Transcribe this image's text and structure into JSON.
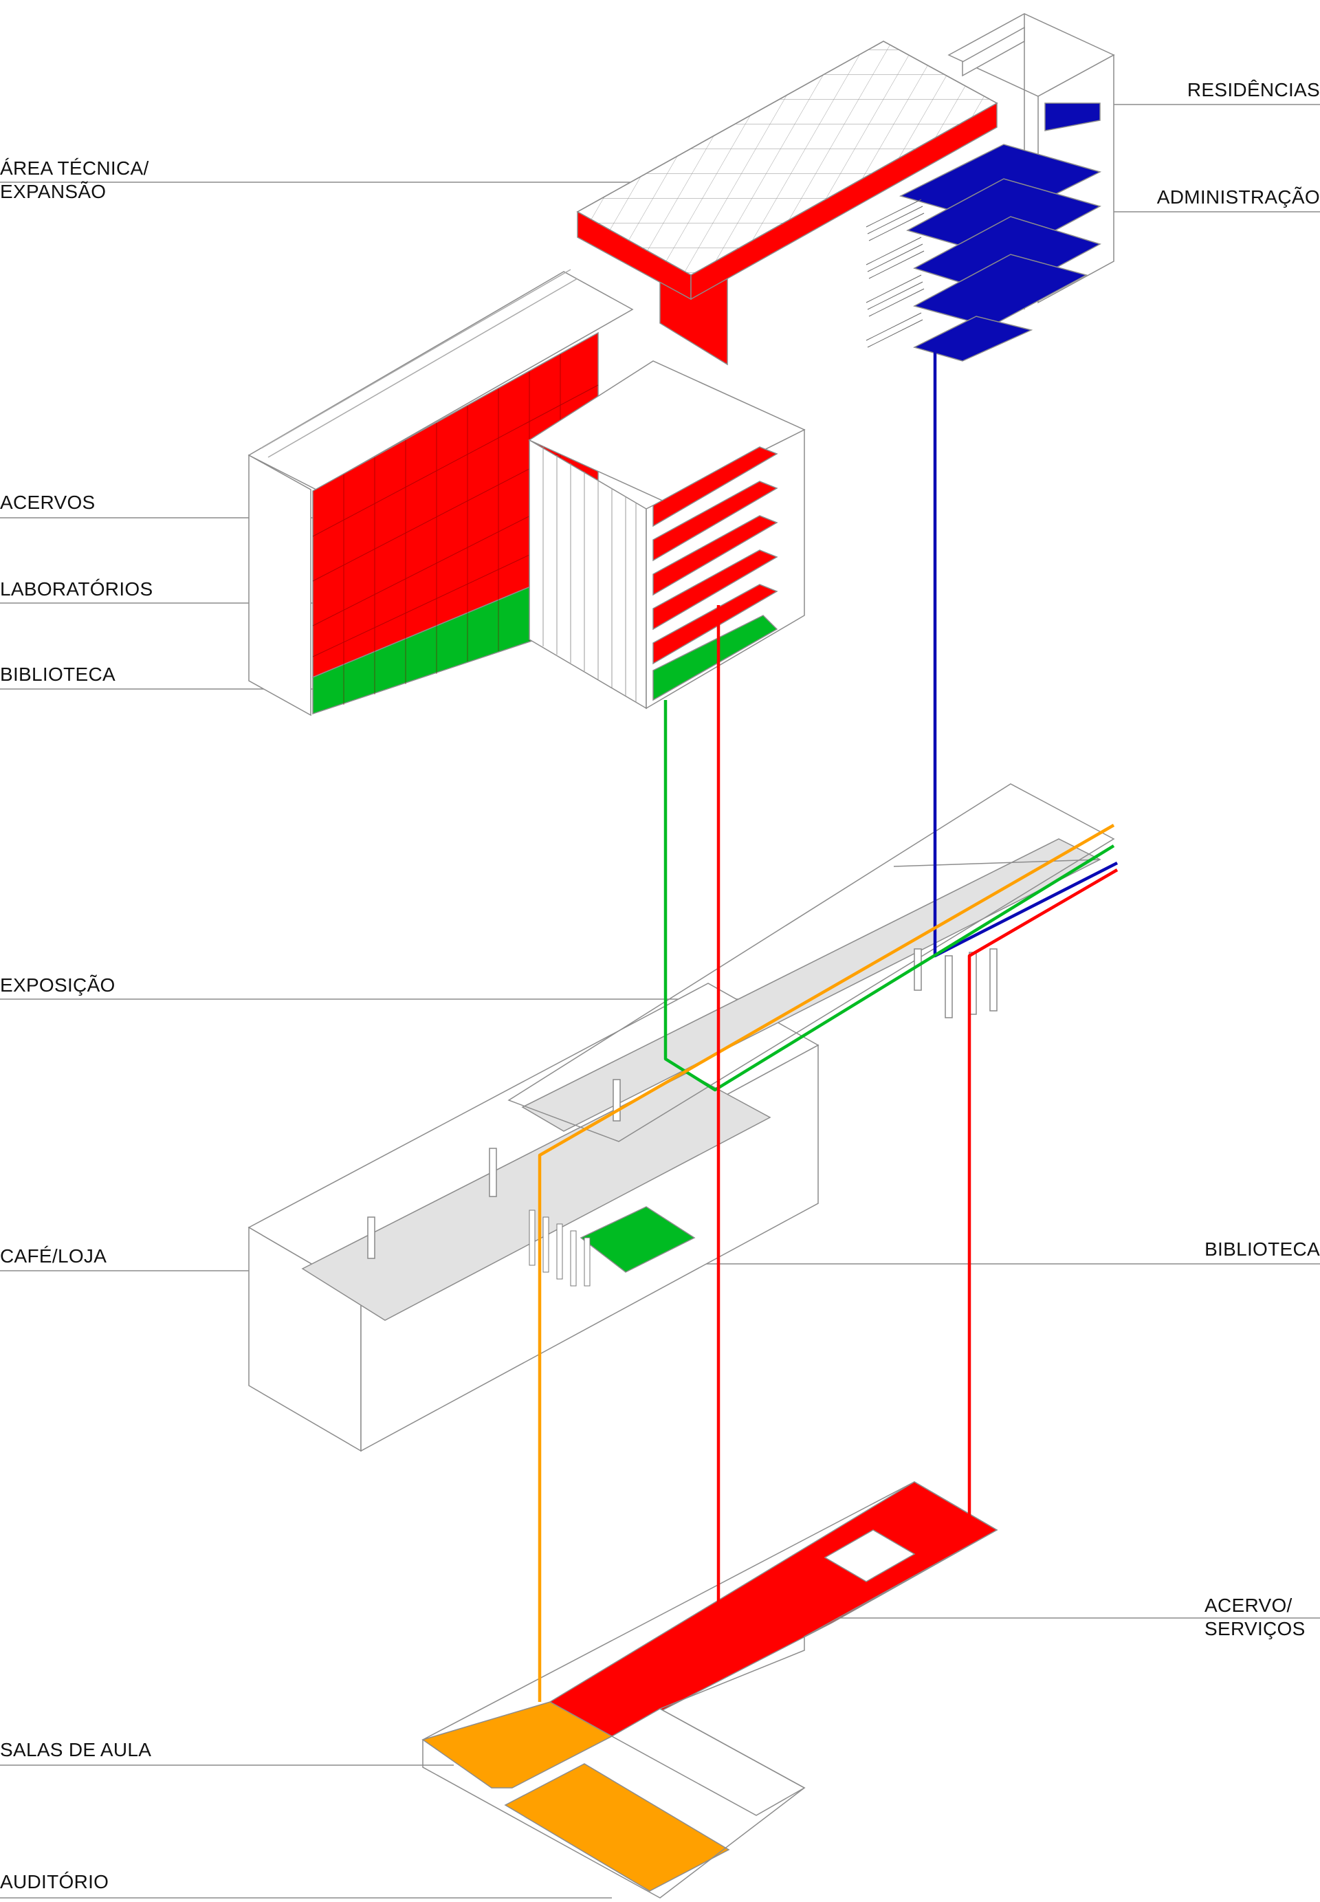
{
  "labels": {
    "area_tecnica": [
      "ÁREA TÉCNICA/",
      "EXPANSÃO"
    ],
    "acervos": "ACERVOS",
    "laboratorios": "LABORATÓRIOS",
    "biblioteca_left": "BIBLIOTECA",
    "exposicao": "EXPOSIÇÃO",
    "cafe_loja": "CAFÉ/LOJA",
    "salas_de_aula": "SALAS DE AULA",
    "auditorio": "AUDITÓRIO",
    "residencias": "RESIDÊNCIAS",
    "administracao": "ADMINISTRAÇÃO",
    "biblioteca_right": "BIBLIOTECA",
    "acervo_servicos": [
      "ACERVO/",
      "SERVIÇOS"
    ]
  },
  "colors": {
    "red": "#ff0000",
    "green": "#00bb22",
    "blue": "#0a0ab4",
    "orange": "#ffa000",
    "floor_gray": "#e2e2e2",
    "outline": "#9a9a9a"
  }
}
